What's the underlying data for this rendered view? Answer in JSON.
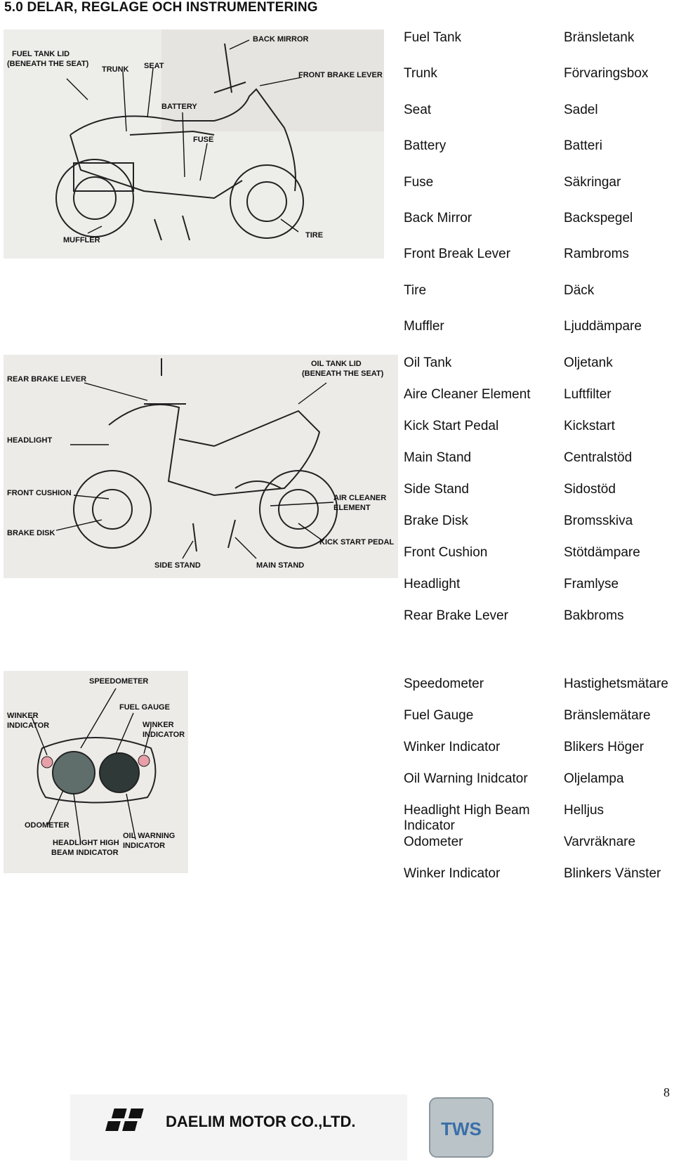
{
  "heading": "5.0 DELAR, REGLAGE OCH INSTRUMENTERING",
  "figure1": {
    "labels": {
      "fuel_tank_lid_1": "FUEL TANK LID",
      "fuel_tank_lid_2": "(BENEATH THE SEAT)",
      "trunk": "TRUNK",
      "seat": "SEAT",
      "battery": "BATTERY",
      "fuse": "FUSE",
      "back_mirror": "BACK MIRROR",
      "front_brake_lever": "FRONT BRAKE LEVER",
      "muffler": "MUFFLER",
      "tire": "TIRE"
    }
  },
  "figure2": {
    "labels": {
      "rear_brake_lever": "REAR BRAKE LEVER",
      "headlight": "HEADLIGHT",
      "front_cushion": "FRONT CUSHION",
      "brake_disk": "BRAKE DISK",
      "oil_tank_lid_1": "OIL TANK LID",
      "oil_tank_lid_2": "(BENEATH THE SEAT)",
      "air_cleaner_1": "AIR CLEANER",
      "air_cleaner_2": "ELEMENT",
      "kick_start_pedal": "KICK START PEDAL",
      "side_stand": "SIDE STAND",
      "main_stand": "MAIN STAND"
    }
  },
  "figure3": {
    "labels": {
      "speedometer": "SPEEDOMETER",
      "fuel_gauge": "FUEL GAUGE",
      "winker_l_1": "WINKER",
      "winker_l_2": "INDICATOR",
      "winker_r_1": "WINKER",
      "winker_r_2": "INDICATOR",
      "odometer": "ODOMETER",
      "headlight_high_1": "HEADLIGHT HIGH",
      "headlight_high_2": "BEAM  INDICATOR",
      "oil_warning_1": "OIL WARNING",
      "oil_warning_2": "INDICATOR"
    }
  },
  "table1": [
    {
      "en": "Fuel Tank",
      "sv": "Bränsletank"
    },
    {
      "en": "Trunk",
      "sv": "Förvaringsbox"
    },
    {
      "en": "Seat",
      "sv": "Sadel"
    },
    {
      "en": "Battery",
      "sv": "Batteri"
    },
    {
      "en": "Fuse",
      "sv": "Säkringar"
    },
    {
      "en": "Back Mirror",
      "sv": "Backspegel"
    },
    {
      "en": "Front Break Lever",
      "sv": "Rambroms"
    },
    {
      "en": "Tire",
      "sv": "Däck"
    },
    {
      "en": "Muffler",
      "sv": "Ljuddämpare"
    }
  ],
  "table2": [
    {
      "en": "Oil Tank",
      "sv": "Oljetank"
    },
    {
      "en": "Aire Cleaner Element",
      "sv": "Luftfilter"
    },
    {
      "en": "Kick Start Pedal",
      "sv": "Kickstart"
    },
    {
      "en": "Main Stand",
      "sv": "Centralstöd"
    },
    {
      "en": "Side Stand",
      "sv": "Sidostöd"
    },
    {
      "en": "Brake Disk",
      "sv": "Bromsskiva"
    },
    {
      "en": "Front Cushion",
      "sv": "Stötdämpare"
    },
    {
      "en": "Headlight",
      "sv": "Framlyse"
    },
    {
      "en": "Rear Brake Lever",
      "sv": "Bakbroms"
    }
  ],
  "table3": [
    {
      "en": "Speedometer",
      "sv": "Hastighetsmätare"
    },
    {
      "en": "Fuel Gauge",
      "sv": "Bränslemätare"
    },
    {
      "en": "Winker Indicator",
      "sv": "Blikers Höger"
    },
    {
      "en": "Oil Warning Inidcator",
      "sv": "Oljelampa"
    },
    {
      "en": "Headlight High Beam",
      "sv": "Helljus"
    },
    {
      "en": "Indicator",
      "sv": ""
    },
    {
      "en": "Odometer",
      "sv": "Varvräknare"
    },
    {
      "en": "Winker Indicator",
      "sv": "Blinkers Vänster"
    }
  ],
  "page_number": "8",
  "footer": {
    "company": "DAELIM MOTOR CO.,LTD.",
    "badge": "TWS"
  }
}
